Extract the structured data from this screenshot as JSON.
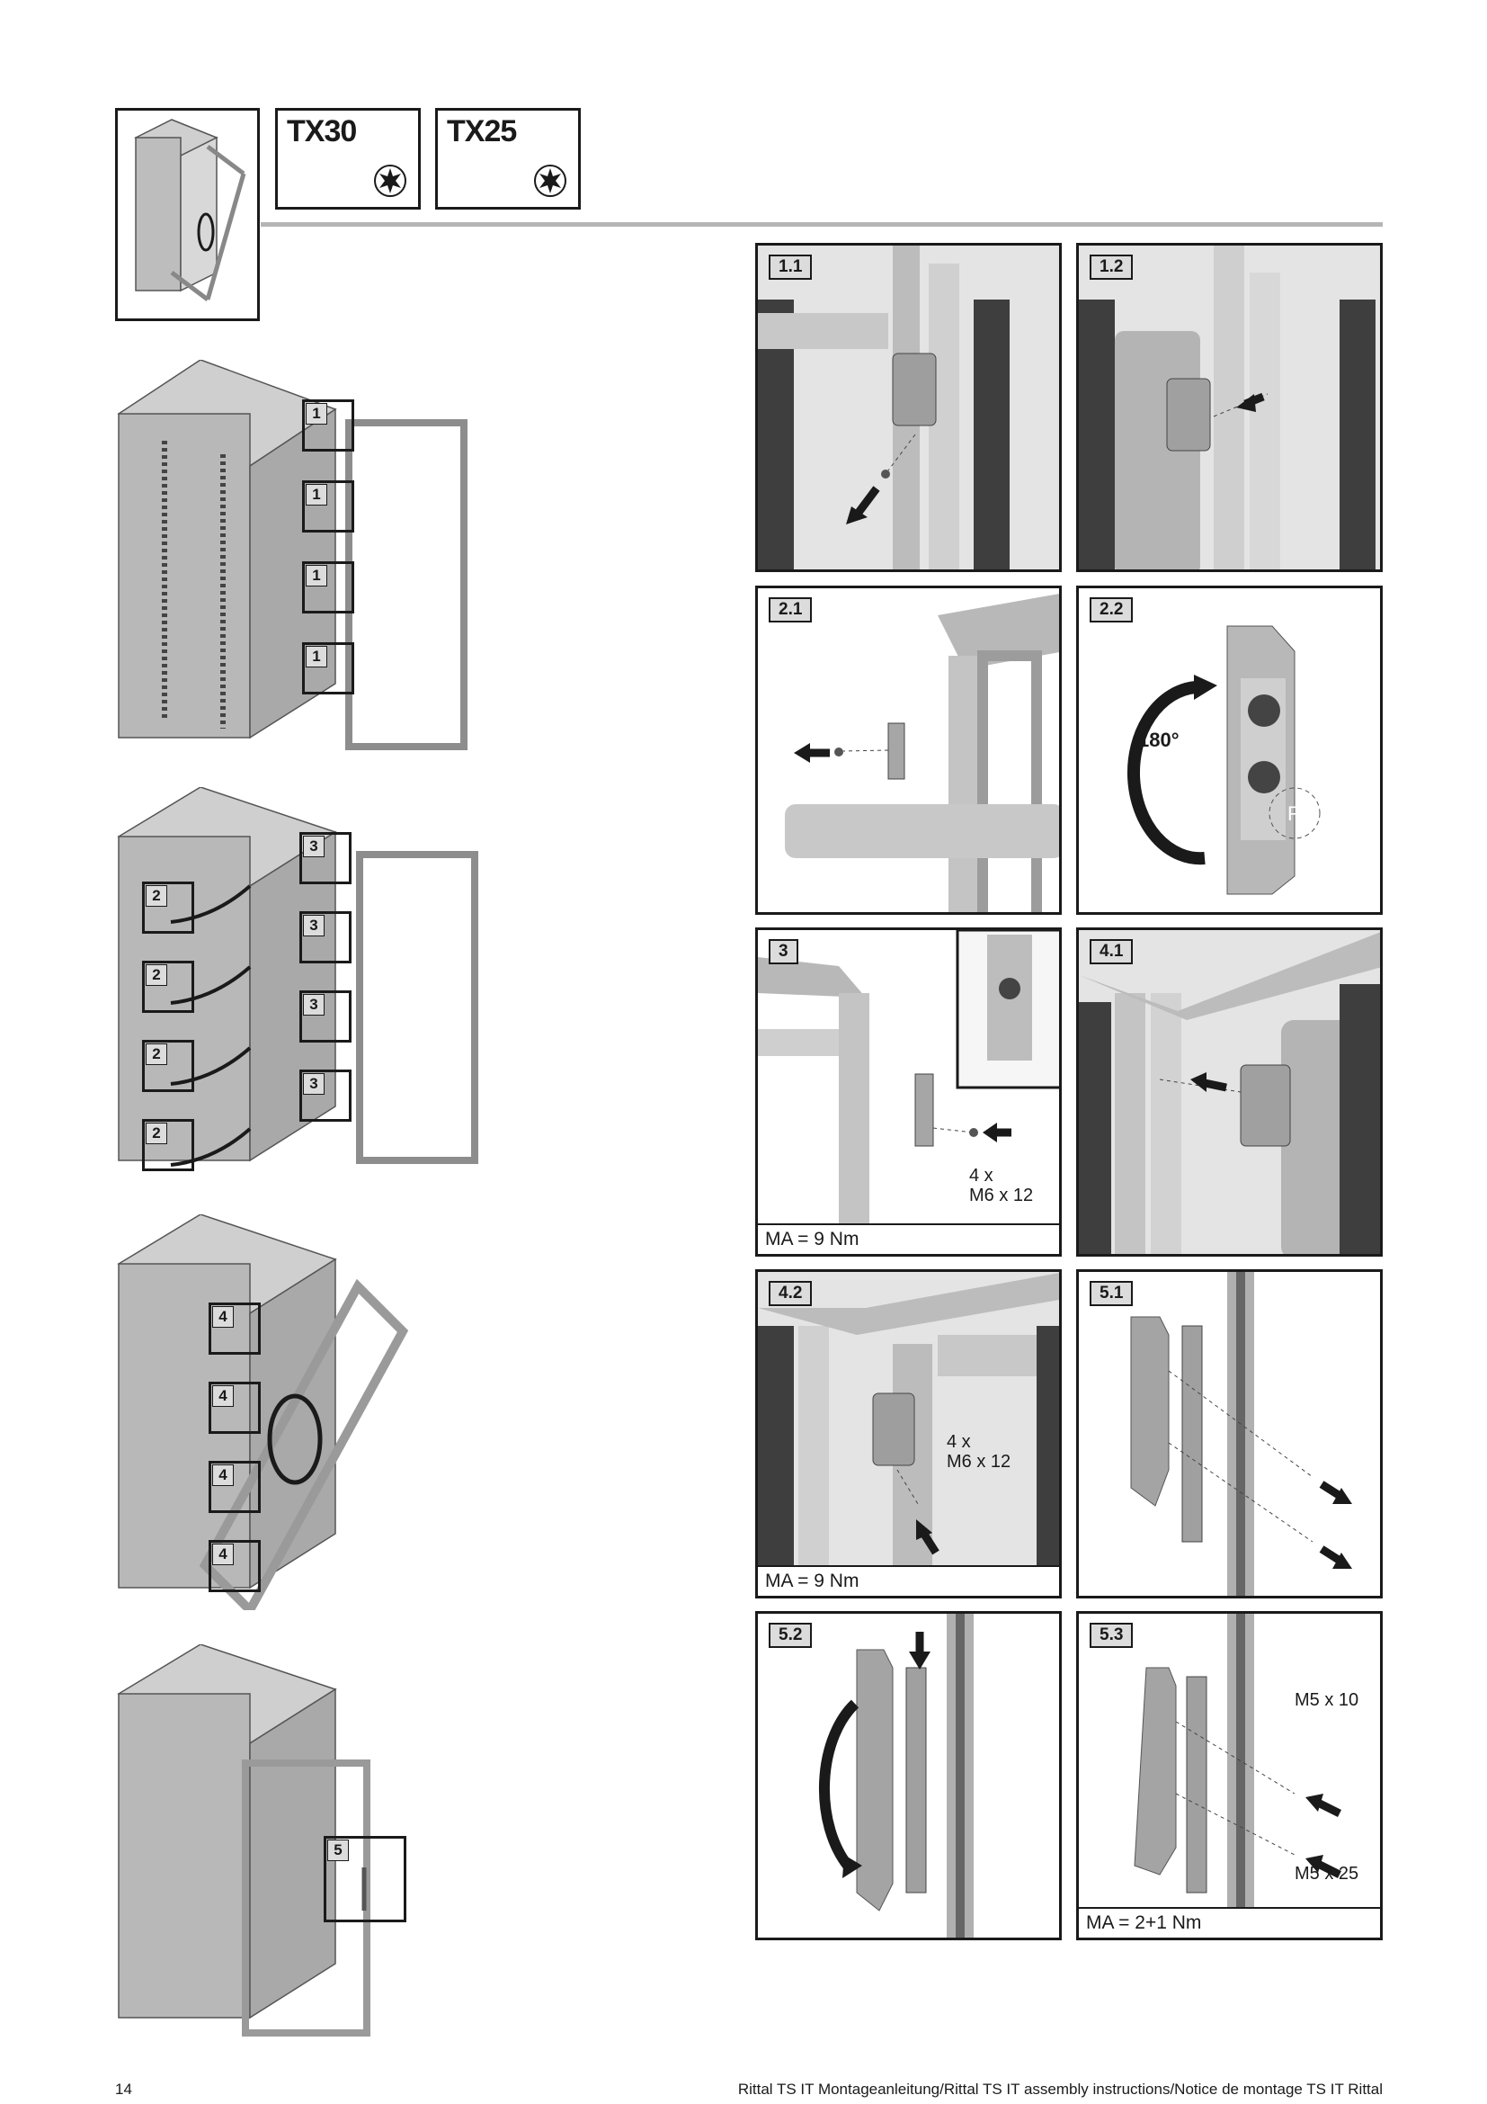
{
  "tools": [
    {
      "label": "TX30",
      "icon": "torx-icon"
    },
    {
      "label": "TX25",
      "icon": "torx-icon"
    }
  ],
  "overview_steps": {
    "fig1": [
      "1",
      "1",
      "1",
      "1"
    ],
    "fig2_left": [
      "2",
      "2",
      "2",
      "2"
    ],
    "fig2_right": [
      "3",
      "3",
      "3",
      "3"
    ],
    "fig3": [
      "4",
      "4",
      "4",
      "4"
    ],
    "fig4": [
      "5"
    ]
  },
  "panels": {
    "p1_1": {
      "tag": "1.1"
    },
    "p1_2": {
      "tag": "1.2"
    },
    "p2_1": {
      "tag": "2.1"
    },
    "p2_2": {
      "tag": "2.2",
      "angle": "180°",
      "mark": "R"
    },
    "p3": {
      "tag": "3",
      "qty": "4 x",
      "screw": "M6 x 12",
      "torque": "MA = 9 Nm"
    },
    "p4_1": {
      "tag": "4.1"
    },
    "p4_2": {
      "tag": "4.2",
      "qty": "4 x",
      "screw": "M6 x 12",
      "torque": "MA = 9 Nm"
    },
    "p5_1": {
      "tag": "5.1"
    },
    "p5_2": {
      "tag": "5.2"
    },
    "p5_3": {
      "tag": "5.3",
      "screw_top": "M5 x 10",
      "screw_bottom": "M5 x 25",
      "torque": "MA = 2+1 Nm"
    }
  },
  "footer": {
    "page_number": "14",
    "title": "Rittal TS IT Montageanleitung/Rittal TS IT assembly instructions/Notice de montage TS IT Rittal"
  }
}
